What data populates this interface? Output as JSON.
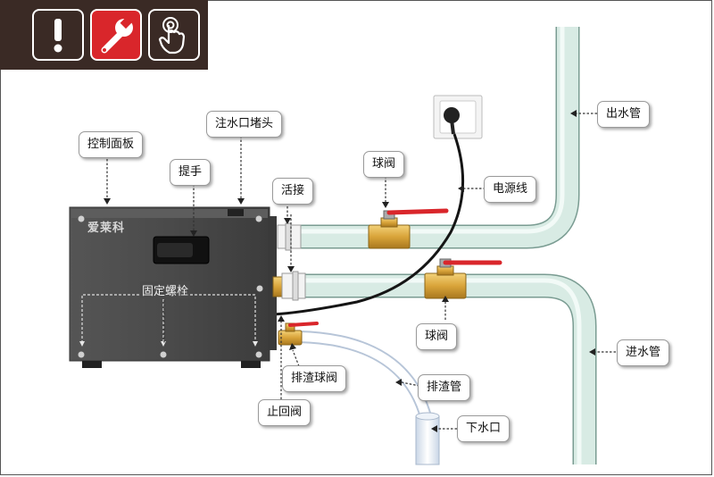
{
  "toolbar": {
    "warning_icon": "exclamation-icon",
    "tool_icon": "wrench-icon",
    "touch_icon": "touch-hand-icon",
    "accent_color": "#d9262b"
  },
  "unit": {
    "brand": "爱莱科",
    "bracket_label": "固定螺栓"
  },
  "labels": {
    "control_panel": "控制面板",
    "water_plug": "注水口堵头",
    "handle": "提手",
    "union": "活接",
    "ball_valve_top": "球阀",
    "power_cord": "电源线",
    "outlet_pipe": "出水管",
    "ball_valve_bottom": "球阀",
    "inlet_pipe": "进水管",
    "drain_ball_valve": "排渣球阀",
    "drain_pipe": "排渣管",
    "check_valve": "止回阀",
    "drain_outlet": "下水口"
  }
}
